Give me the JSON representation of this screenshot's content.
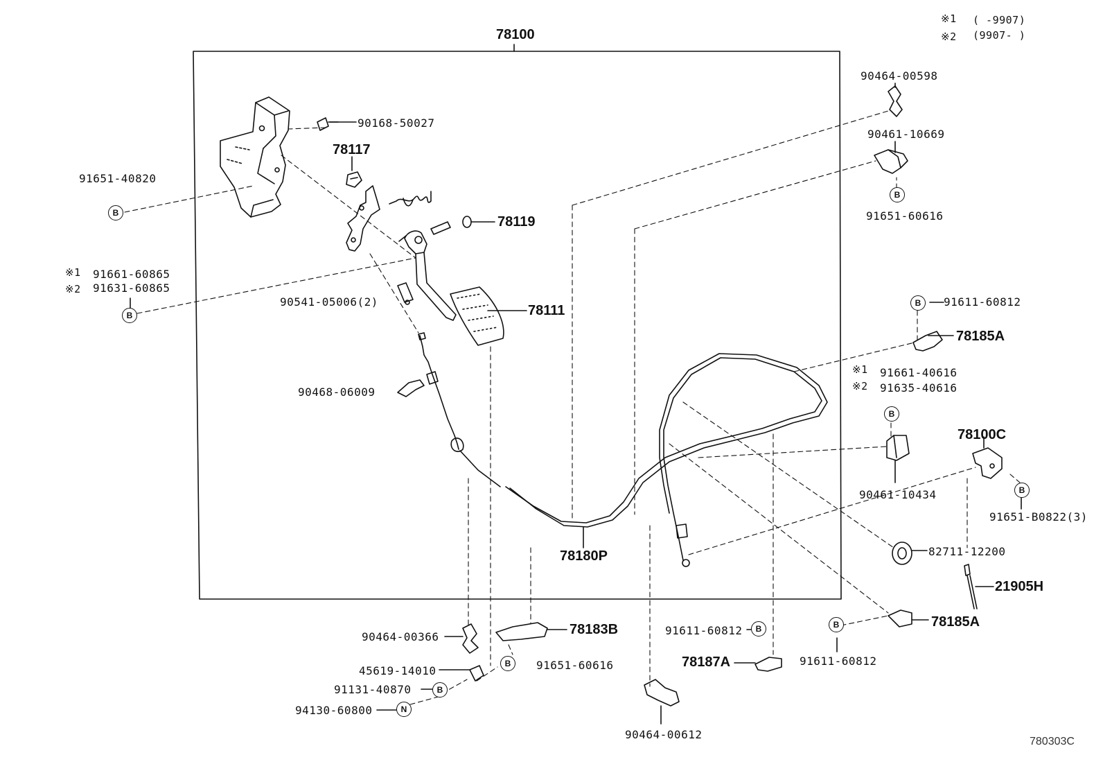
{
  "diagram": {
    "assembly_number": "78100",
    "figure_code": "780303C",
    "legend": [
      {
        "mark": "※1",
        "range": "(       -9907)"
      },
      {
        "mark": "※2",
        "range": "(9907-       )"
      }
    ],
    "symbol_b": "B",
    "symbol_n": "N",
    "parts": {
      "p90168_50027": "90168-50027",
      "p91651_40820": "91651-40820",
      "p78117": "78117",
      "p78119": "78119",
      "alt1_mark": "※1",
      "alt1_no": "91661-60865",
      "alt2_mark": "※2",
      "alt2_no": "91631-60865",
      "p90541_05006": "90541-05006(2)",
      "p78111": "78111",
      "p90468_06009": "90468-06009",
      "p78180P": "78180P",
      "p90464_00598": "90464-00598",
      "p90461_10669": "90461-10669",
      "p91651_60616_top": "91651-60616",
      "p91611_60812_top": "91611-60812",
      "p78185A_top": "78185A",
      "alt3_mark": "※1",
      "alt3_no": "91661-40616",
      "alt4_mark": "※2",
      "alt4_no": "91635-40616",
      "p78100C": "78100C",
      "p90461_10434": "90461-10434",
      "p91651_B0822": "91651-B0822(3)",
      "p82711_12200": "82711-12200",
      "p21905H": "21905H",
      "p78185A_bottom": "78185A",
      "p91611_60812_bottom_right": "91611-60812",
      "p90464_00366": "90464-00366",
      "p78183B": "78183B",
      "p91651_60616_bottom": "91651-60616",
      "p45619_14010": "45619-14010",
      "p91131_40870": "91131-40870",
      "p94130_60800": "94130-60800",
      "p91611_60812_bottom_mid": "91611-60812",
      "p78187A": "78187A",
      "p90464_00612": "90464-00612"
    }
  }
}
